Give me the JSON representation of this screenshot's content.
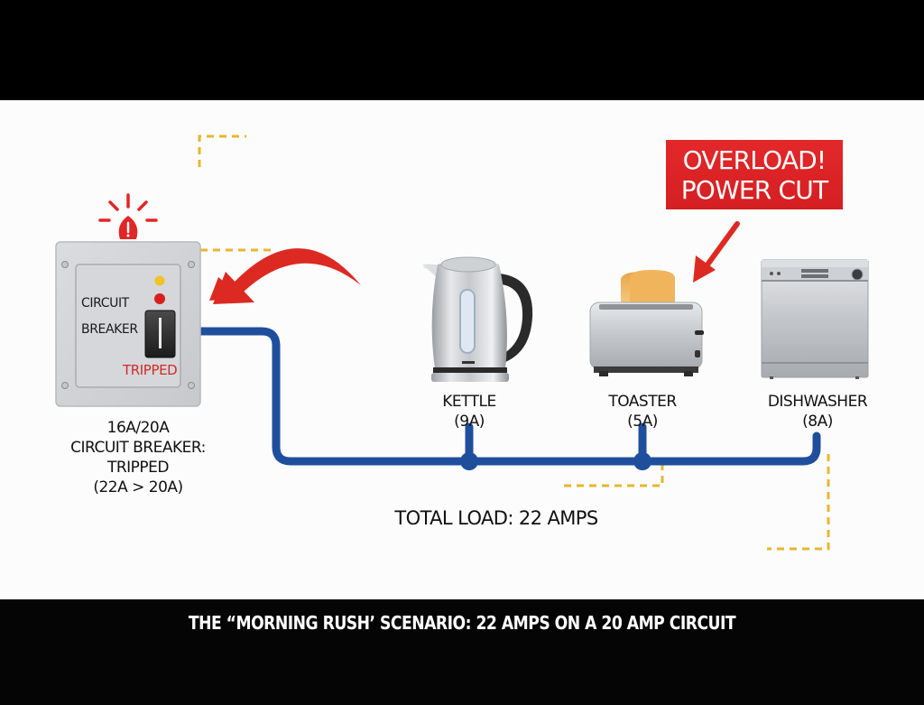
{
  "caption": "THE “MORNING RUSH’ SCENARIO: 22 AMPS ON A 20 AMP CIRCUIT",
  "breaker": {
    "panel_lines": [
      "CIRCUIT",
      "BREAKER"
    ],
    "panel_status": "TRIPPED",
    "caption_lines": [
      "16A/20A",
      "CIRCUIT BREAKER:",
      "TRIPPED",
      "(22A > 20A)"
    ],
    "indicator_lights": [
      "yellow",
      "red"
    ],
    "alert_icon": "warning-bulb-icon"
  },
  "alert": {
    "lines": [
      "OVERLOAD!",
      "POWER CUT"
    ]
  },
  "appliances": [
    {
      "id": "kettle",
      "name": "KETTLE",
      "current": "(9A)",
      "amps": 9
    },
    {
      "id": "toaster",
      "name": "TOASTER",
      "current": "(5A)",
      "amps": 5
    },
    {
      "id": "dishwasher",
      "name": "DISHWASHER",
      "current": "(8A)",
      "amps": 8
    }
  ],
  "total_load": "TOTAL LOAD: 22 AMPS",
  "total_amps": 22,
  "breaker_limit_amps": 20,
  "colors": {
    "wire": "#1f4f9c",
    "alert_red": "#d9231f",
    "dashed_yellow": "#e9b631",
    "background": "#fcfcfc",
    "band": "#000000"
  }
}
